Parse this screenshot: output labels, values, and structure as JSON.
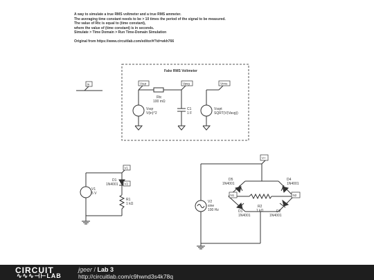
{
  "notes": [
    "A way to simulate a true RMS voltmeter and a true RMS ammeter.",
    "The averaging time constant needs to be > 10 times the period of the signal to be measured.",
    "The value of Rtc is equal to (time constant),",
    "where the value of (time constant) is in seconds.",
    "Simulate > Time Domain > Run Time-Domain Simulation",
    "",
    "Original from https://www.circuitlab.com/editor/#?id=wkh766"
  ],
  "rms_box": {
    "title": "Fake RMS Voltmeter",
    "in_label": "In",
    "vsqr_label": "Vsqr",
    "vavg_label": "Vavg",
    "vrms_label": "Vrms",
    "rtc_name": "Rtc",
    "rtc_value": "100 mΩ",
    "c1_name": "C1",
    "c1_value": "1 F",
    "vsqr_src_name": "Vsqr",
    "vsqr_src_expr": "V(in)^2",
    "vsqrt_src_name": "Vsqrt",
    "vsqrt_src_expr": "SQRT(V(Vavg))"
  },
  "circuit1": {
    "v1_node": "V1",
    "v2_node": "V2",
    "v1_name": "V1",
    "v1_value": "5 V",
    "d1_name": "D1",
    "d1_part": "1N4001",
    "r1_name": "R1",
    "r1_value": "1 kΩ"
  },
  "circuit2": {
    "vplus_node": "V+",
    "n1_node": "N1",
    "n2_node": "N2",
    "v2_name": "V2",
    "v2_type": "sine",
    "v2_freq": "100 Hz",
    "d1_name": "D1",
    "d1_part": "1N4001",
    "d2_name": "D2",
    "d2_part": "1N4001",
    "d4_name": "D4",
    "d4_part": "1N4001",
    "d5_name": "D5",
    "d5_part": "1N4001",
    "r2_name": "R2",
    "r2_value": "1 kΩ"
  },
  "footer": {
    "logo_top": "CIRCUIT",
    "logo_bottom": "LAB",
    "user": "jgeer",
    "separator": " / ",
    "title": "Lab 3",
    "url": "http://circuitlab.com/c9hwnd3s4k78q"
  }
}
